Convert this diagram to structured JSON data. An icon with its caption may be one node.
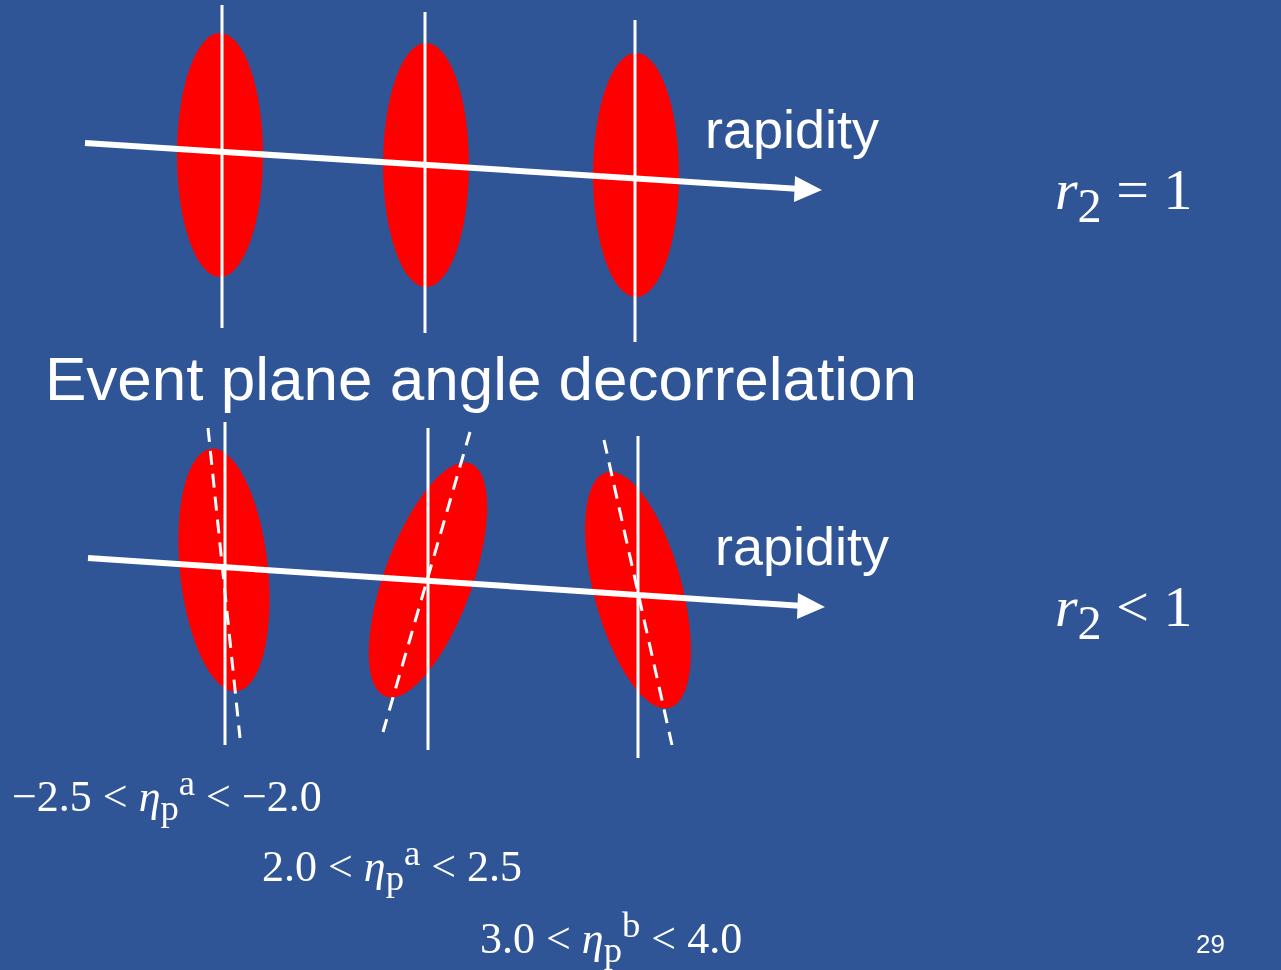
{
  "diagram": {
    "title": "Event plane angle decorrelation",
    "labels": [
      "rapidity",
      "*r*$_{2}$ = 1",
      "rapidity",
      "*r*$_{2}$ < 1",
      "−2.5 < *η*$_{p}$$^{a}$ < −2.0",
      "2.0 < *η*$_{p}$$^{a}$ < 2.5",
      "3.0 < *η*$_{p}$$^{b}$ < 4.0",
      "29"
    ]
  }
}
